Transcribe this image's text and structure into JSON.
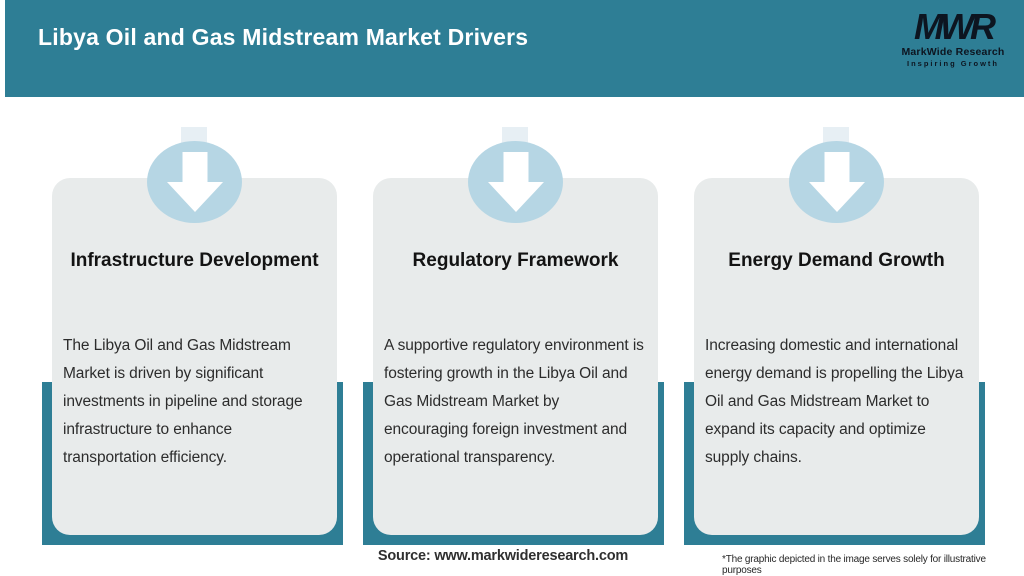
{
  "header": {
    "title": "Libya Oil and Gas Midstream Market Drivers",
    "logo": {
      "acronym": "MWR",
      "name": "MarkWide Research",
      "tagline": "Inspiring Growth"
    }
  },
  "cards": [
    {
      "icon": "arrow-down-icon",
      "title": "Infrastructure Development",
      "body": "The Libya Oil and Gas Midstream Market is driven by significant investments in pipeline and storage infrastructure to enhance transportation efficiency."
    },
    {
      "icon": "arrow-down-icon",
      "title": "Regulatory Framework",
      "body": "A supportive regulatory environment is fostering growth in the Libya Oil and Gas Midstream Market by encouraging foreign investment and operational transparency."
    },
    {
      "icon": "arrow-down-icon",
      "title": "Energy Demand Growth",
      "body": "Increasing domestic and international energy demand is propelling the Libya Oil and Gas Midstream Market to expand its capacity and optimize supply chains."
    }
  ],
  "footer": {
    "source": "Source: www.markwideresearch.com",
    "disclaimer": "*The graphic depicted in the image serves solely for illustrative purposes"
  },
  "colors": {
    "teal": "#2E7E95",
    "card_background": "#E8EBEB",
    "icon_circle_blue": "#B6D6E4",
    "text_dark": "#2C2C2C",
    "logo_dark": "#0D1520",
    "header_text": "#FFFFFF"
  }
}
